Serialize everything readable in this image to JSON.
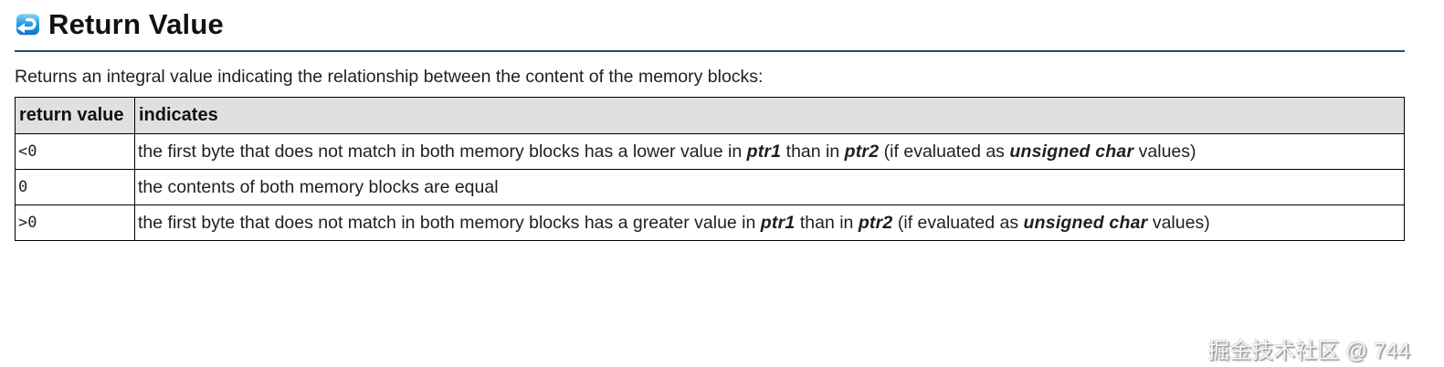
{
  "page": {
    "heading": "Return Value",
    "intro": "Returns an integral value indicating the relationship between the content of the memory blocks:",
    "watermark": "掘金技术社区 @ 744"
  },
  "icons": {
    "heading_icon": "return-arrow-icon"
  },
  "colors": {
    "icon_blue_light": "#8ed4f8",
    "icon_blue_mid": "#2b9fe8",
    "icon_blue_dark": "#1173c6",
    "heading_rule": "#2e4d63",
    "table_header_bg": "#e0e0e0",
    "table_border": "#000000"
  },
  "table": {
    "headers": [
      "return value",
      "indicates"
    ],
    "rows": [
      {
        "value": "<0",
        "segments": [
          {
            "t": "the first byte that does not match in both memory blocks has a lower value in "
          },
          {
            "t": "ptr1",
            "b": true
          },
          {
            "t": " than in "
          },
          {
            "t": "ptr2",
            "b": true
          },
          {
            "t": " (if evaluated as "
          },
          {
            "t": "unsigned char",
            "b": true
          },
          {
            "t": " values)"
          }
        ]
      },
      {
        "value": "0",
        "segments": [
          {
            "t": "the contents of both memory blocks are equal"
          }
        ]
      },
      {
        "value": ">0",
        "segments": [
          {
            "t": "the first byte that does not match in both memory blocks has a greater value in "
          },
          {
            "t": "ptr1",
            "b": true
          },
          {
            "t": " than in "
          },
          {
            "t": "ptr2",
            "b": true
          },
          {
            "t": " (if evaluated as "
          },
          {
            "t": "unsigned char",
            "b": true
          },
          {
            "t": " values)"
          }
        ]
      }
    ]
  }
}
